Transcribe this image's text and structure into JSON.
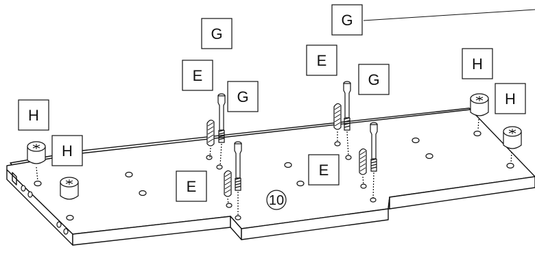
{
  "diagram": {
    "step_number": "10",
    "labels": {
      "E": "E",
      "G": "G",
      "H": "H"
    }
  }
}
